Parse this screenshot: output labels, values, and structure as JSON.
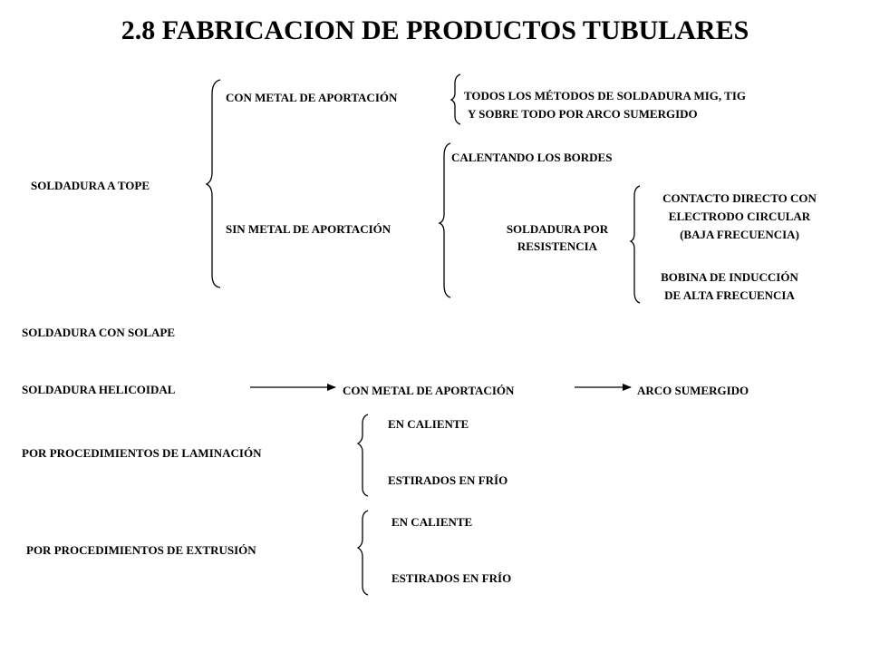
{
  "title": "2.8  FABRICACION DE PRODUCTOS TUBULARES",
  "soldadura_tope": {
    "label": "SOLDADURA A TOPE",
    "con_metal": {
      "label": "CON METAL DE APORTACIÓN",
      "detail_line1": "TODOS LOS MÉTODOS DE SOLDADURA MIG, TIG",
      "detail_line2": "Y SOBRE TODO POR ARCO SUMERGIDO"
    },
    "sin_metal": {
      "label": "SIN METAL DE APORTACIÓN",
      "calentando": "CALENTANDO LOS BORDES",
      "resistencia_line1": "SOLDADURA POR",
      "resistencia_line2": "RESISTENCIA",
      "contacto_line1": "CONTACTO DIRECTO CON",
      "contacto_line2": "ELECTRODO CIRCULAR",
      "contacto_line3": "(BAJA FRECUENCIA)",
      "bobina_line1": "BOBINA DE INDUCCIÓN",
      "bobina_line2": "DE ALTA FRECUENCIA"
    }
  },
  "solape": {
    "label": "SOLDADURA CON SOLAPE"
  },
  "helicoidal": {
    "label": "SOLDADURA HELICOIDAL",
    "metal": "CON METAL DE APORTACIÓN",
    "arco": "ARCO SUMERGIDO"
  },
  "laminacion": {
    "label": "POR  PROCEDIMIENTOS DE LAMINACIÓN",
    "caliente": "EN CALIENTE",
    "frio": "ESTIRADOS EN FRÍO"
  },
  "extrusion": {
    "label": "POR  PROCEDIMIENTOS DE EXTRUSIÓN",
    "caliente": "EN CALIENTE",
    "frio": "ESTIRADOS EN FRÍO"
  }
}
